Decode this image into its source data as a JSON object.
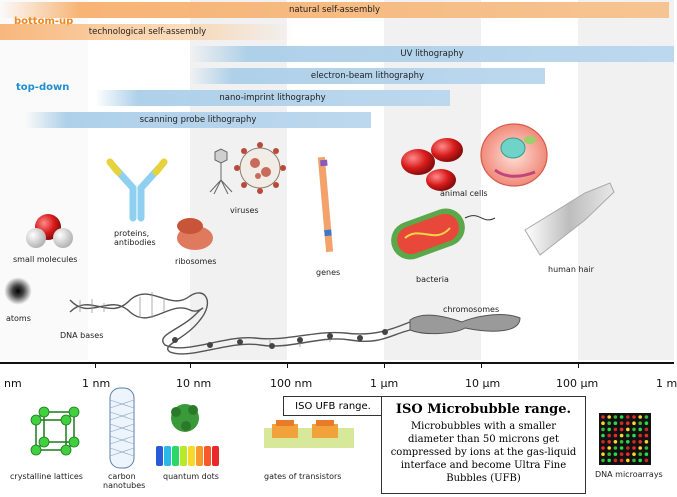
{
  "side_labels": {
    "bottom_up": "bottom-up",
    "top_down": "top-down"
  },
  "bars": {
    "natural_self_assembly": "natural self-assembly",
    "technological_self_assembly": "technological self-assembly",
    "uv_lithography": "UV lithography",
    "electron_beam_lithography": "electron-beam lithography",
    "nano_imprint_lithography": "nano-imprint lithography",
    "scanning_probe_lithography": "scanning probe lithography"
  },
  "items_top": {
    "small_molecules": "small molecules",
    "atoms": "atoms",
    "dna_bases": "DNA bases",
    "proteins_antibodies_1": "proteins,",
    "proteins_antibodies_2": "antibodies",
    "ribosomes": "ribosomes",
    "viruses": "viruses",
    "genes": "genes",
    "animal_cells": "animal cells",
    "bacteria": "bacteria",
    "chromosomes": "chromosomes",
    "human_hair": "human hair"
  },
  "axis_ticks": [
    "nm",
    "1 nm",
    "10 nm",
    "100 nm",
    "1 µm",
    "10 µm",
    "100 µm",
    "1 m"
  ],
  "items_bottom": {
    "crystalline_lattices": "crystalline lattices",
    "carbon_nanotubes_1": "carbon",
    "carbon_nanotubes_2": "nanotubes",
    "quantum_dots": "quantum dots",
    "gates_of_transistors": "gates of transistors",
    "dna_microarrays": "DNA microarrays"
  },
  "iso": {
    "ufb_range": "ISO UFB range.",
    "microbubble_title": "ISO Microbubble range.",
    "microbubble_desc": "Microbubbles with a smaller diameter than 50 microns get compressed by ions at the gas-liquid interface and become Ultra Fine Bubbles (UFB)"
  },
  "colors": {
    "bottom_up": "#f0891c",
    "top_down": "#1e8fd0",
    "orange_bar": "#f6c493",
    "blue_bar": "#bcd8ee"
  }
}
